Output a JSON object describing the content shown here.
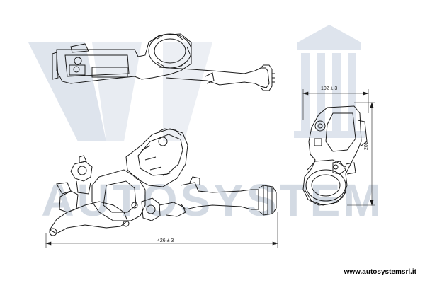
{
  "watermark": {
    "brand_text": "AUTOSYSTEM",
    "color": "#cfd6e0"
  },
  "dimensions": {
    "overall_length": "426 ± 3",
    "side_width": "102 ± 3",
    "side_height": "201"
  },
  "footer": {
    "website": "www.autosystemsrl.it"
  },
  "colors": {
    "line": "#1a1a1a",
    "watermark": "#cfd6e0",
    "background": "#ffffff"
  }
}
